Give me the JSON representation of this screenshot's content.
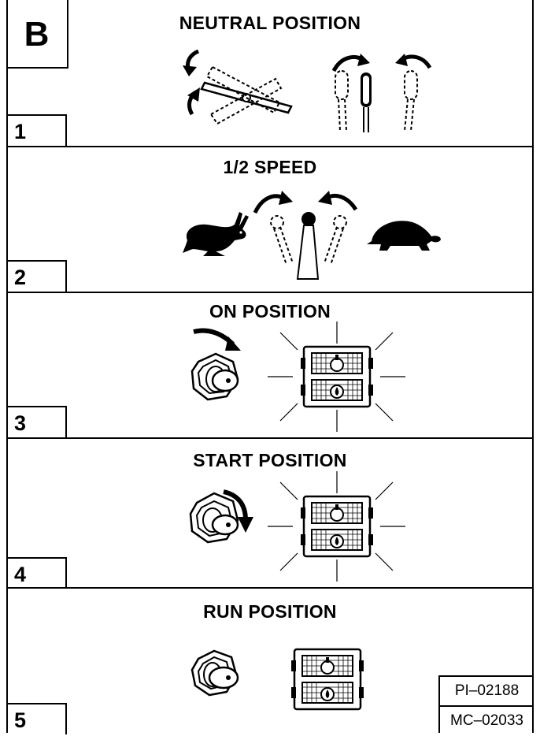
{
  "header": {
    "letter": "B"
  },
  "steps": [
    {
      "number": "1",
      "title": "NEUTRAL POSITION"
    },
    {
      "number": "2",
      "title": "1/2 SPEED"
    },
    {
      "number": "3",
      "title": "ON POSITION"
    },
    {
      "number": "4",
      "title": "START POSITION"
    },
    {
      "number": "5",
      "title": "RUN POSITION"
    }
  ],
  "codes": [
    "PI–02188",
    "MC–02033"
  ]
}
